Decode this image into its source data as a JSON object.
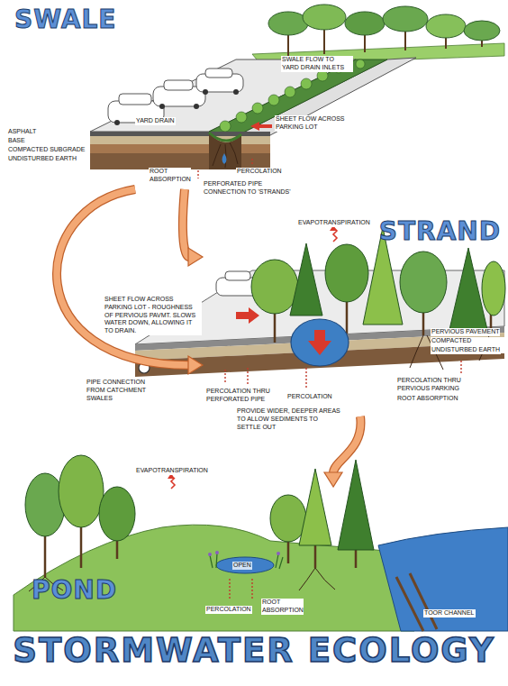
{
  "diagram": {
    "title": "STORMWATER ECOLOGY",
    "nodes": [
      {
        "text": [
          "SWALE"
        ]
      },
      {
        "text": [
          "STRAND"
        ]
      },
      {
        "text": [
          "POND"
        ]
      }
    ],
    "edges": [
      {
        "from": 0,
        "to": 1,
        "arrow": "to"
      },
      {
        "from": 0,
        "to": 1,
        "arrow": "to"
      },
      {
        "from": 1,
        "to": 2,
        "arrow": "to"
      }
    ],
    "labels": [
      "SWALE FLOW TO YARD DRAIN INLETS",
      "SHEET FLOW ACROSS PARKING LOT",
      "YARD DRAIN",
      "ASPHALT",
      "BASE",
      "COMPACTED SUBGRADE",
      "UNDISTURBED EARTH",
      "ROOT ABSORPTION",
      "PERCOLATION",
      "PERFORATED PIPE CONNECTION TO 'STRANDS'",
      "EVAPOTRANSPIRATION",
      "SHEET FLOW ACROSS PARKING LOT - ROUGHNESS OF PERVIOUS PAVMT. SLOWS WATER DOWN, ALLOWING IT TO DRAIN.",
      "PERVIOUS PAVEMENT",
      "COMPACTED SUBGRADE",
      "UNDISTURBED EARTH",
      "PIPE CONNECTION FROM CATCHMENT SWALES",
      "PERCOLATION THRU PERFORATED PIPE",
      "PERCOLATION",
      "PROVIDE WIDER, DEEPER AREAS TO ALLOW SEDIMENTS TO SETTLE OUT",
      "PERCOLATION THRU PERVIOUS PARKING",
      "ROOT ABSORPTION",
      "EVAPOTRANSPIRATION",
      "OPEN",
      "PERCOLATION",
      "ROOT ABSORPTION",
      "TOOR CHANNEL"
    ]
  }
}
